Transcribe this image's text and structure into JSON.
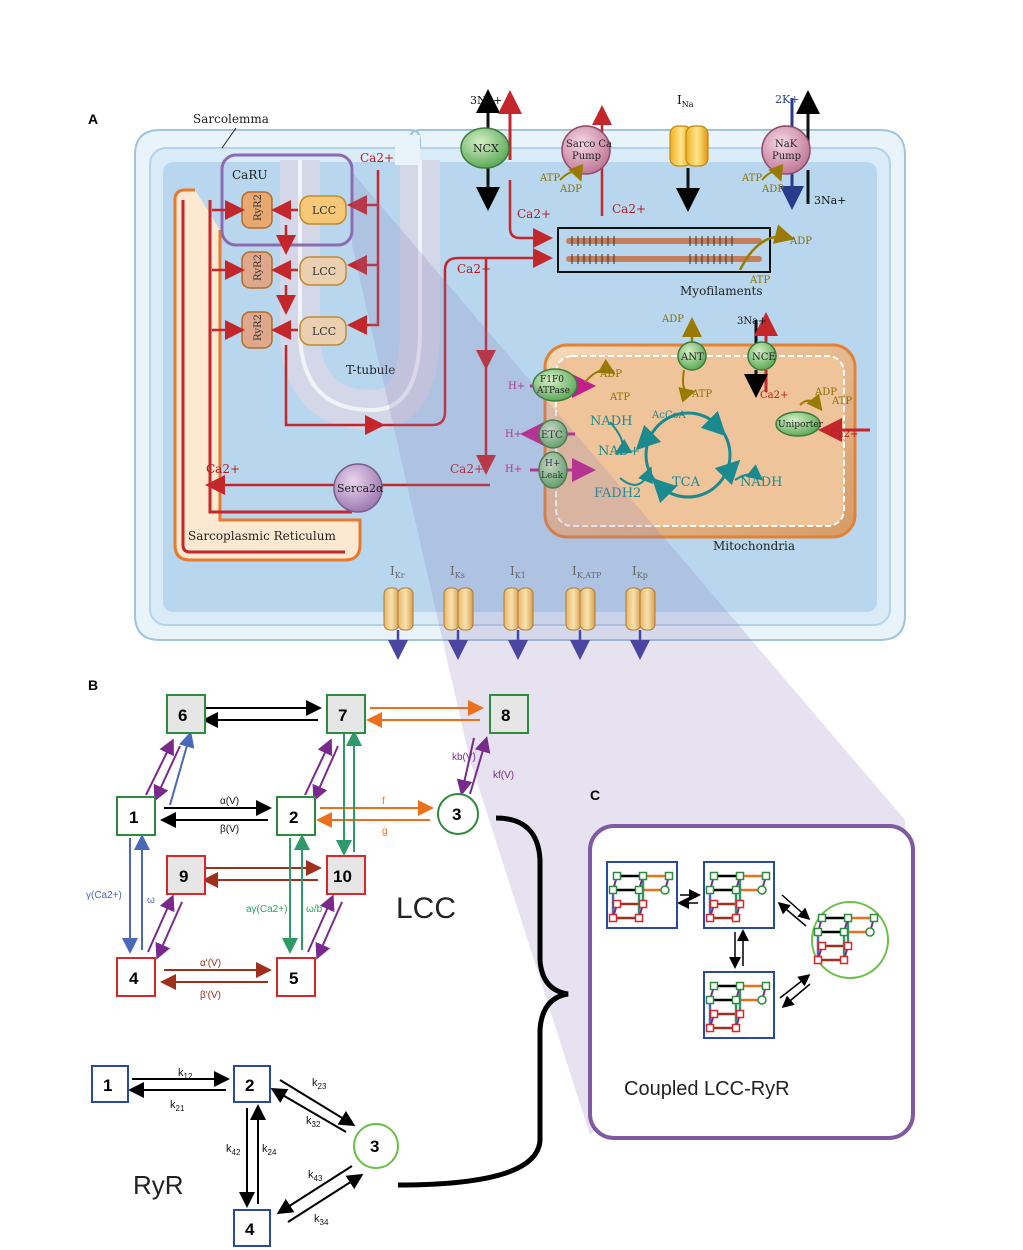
{
  "panels": {
    "a": "A",
    "b": "B",
    "c": "C"
  },
  "cell": {
    "sarcolemma": "Sarcolemma",
    "caru": "CaRU",
    "ryr2": "RyR2",
    "lcc": "LCC",
    "ca2": "Ca2+",
    "ttubule": "T-tubule",
    "sr": "Sarcoplasmic Reticulum",
    "serca": "Serca2α",
    "myofilaments": "Myofilaments",
    "mitochondria": "Mitochondria",
    "ncx": "NCX",
    "sarco_pump": [
      "Sarco Ca",
      "Pump"
    ],
    "ina": "I",
    "ina_sub": "Na",
    "nak_pump": [
      "NaK",
      "Pump"
    ],
    "na3": "3Na+",
    "k2": "2K+",
    "atp": "ATP",
    "adp": "ADP",
    "ant": "ANT",
    "nce": "NCE",
    "f1f0": [
      "F1F0",
      "ATPase"
    ],
    "etc": "ETC",
    "hleak": [
      "H+",
      "Leak"
    ],
    "hplus": "H+",
    "uniporter": "Uniporter",
    "nadh": "NADH",
    "nad": "NAD+",
    "acoa": "AcCoA",
    "tca": "TCA",
    "fadh2": "FADH2",
    "currents": [
      {
        "main": "I",
        "sub": "Kr"
      },
      {
        "main": "I",
        "sub": "Ks"
      },
      {
        "main": "I",
        "sub": "K1"
      },
      {
        "main": "I",
        "sub": "K,ATP"
      },
      {
        "main": "I",
        "sub": "Kp"
      }
    ]
  },
  "lcc_model": {
    "label": "LCC",
    "states": [
      "1",
      "2",
      "3",
      "4",
      "5",
      "6",
      "7",
      "8",
      "9",
      "10"
    ],
    "rates": {
      "alpha": "α(V)",
      "beta": "β(V)",
      "f": "f",
      "g": "g",
      "kb": "kb(V)",
      "kf": "kf(V)",
      "gamma": "γ(Ca2+)",
      "omega": "ω",
      "agamma": "aγ(Ca2+)",
      "omega_b": "ω/b",
      "alpha_p": "α'(V)",
      "beta_p": "β'(V)"
    }
  },
  "ryr_model": {
    "label": "RyR",
    "states": [
      "1",
      "2",
      "3",
      "4"
    ],
    "rates": [
      "k12",
      "k21",
      "k23",
      "k32",
      "k24",
      "k42",
      "k43",
      "k34"
    ]
  },
  "coupled": {
    "label": "Coupled LCC-RyR"
  },
  "colors": {
    "cytosol": "#b8d7ee",
    "sr_red": "#c3262b",
    "green_state": "#2e8b3d",
    "red_state": "#d9262b",
    "blue_state": "#2a4b9a",
    "orange": "#ec6f1c",
    "purple": "#7a2a8c",
    "teal": "#1a8a8e",
    "gold": "#9a7a00"
  }
}
